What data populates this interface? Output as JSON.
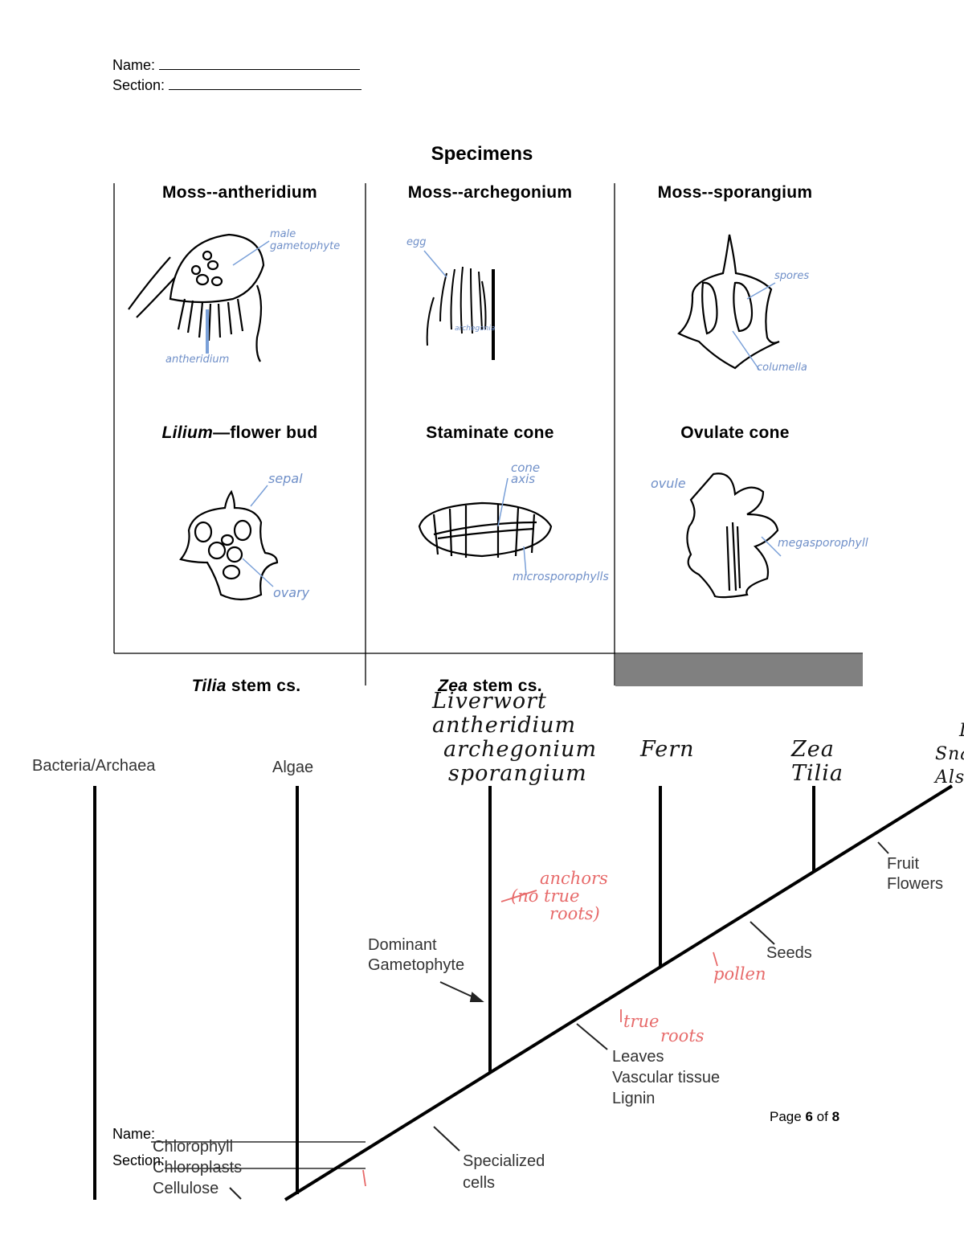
{
  "header": {
    "name_label": "Name:",
    "section_label": "Section:"
  },
  "title": "Specimens",
  "grid": {
    "cells": [
      {
        "title": "Moss--antheridium",
        "annotations": [
          "male gametophyte",
          "antheridium"
        ]
      },
      {
        "title": "Moss--archegonium",
        "annotations": [
          "egg",
          "archegonia"
        ]
      },
      {
        "title": "Moss--sporangium",
        "annotations": [
          "spores",
          "columella"
        ]
      },
      {
        "title_italic": "Lilium",
        "title_rest": "—flower bud",
        "annotations": [
          "sepal",
          "ovary"
        ]
      },
      {
        "title": "Staminate cone",
        "annotations": [
          "cone axis",
          "microsporophylls"
        ]
      },
      {
        "title": "Ovulate cone",
        "annotations": [
          "ovule",
          "megasporophyll"
        ]
      }
    ],
    "bottom_row": [
      {
        "title_italic": "Tilia",
        "title_rest": " stem cs."
      },
      {
        "title_italic": "Zea",
        "title_rest": " stem cs."
      }
    ]
  },
  "tree": {
    "taxa": {
      "bacteria": "Bacteria/Archaea",
      "algae": "Algae",
      "liverwort_hand": [
        "Liverwort",
        "antheridium",
        "archegonium",
        "sporangium"
      ],
      "fern_hand": "Fern",
      "zea_tilia_hand": [
        "Zea",
        "Tilia"
      ],
      "cut_hand": [
        "L",
        "Sna",
        "Als"
      ]
    },
    "traits": {
      "dominant_gametophyte": [
        "Dominant",
        "Gametophyte"
      ],
      "leaves": [
        "Leaves",
        "Vascular tissue",
        "Lignin"
      ],
      "seeds": "Seeds",
      "fruit": [
        "Fruit",
        "Flowers"
      ],
      "specialized": [
        "Specialized",
        "cells"
      ],
      "chloro": [
        "Chlorophyll",
        "Chloroplasts",
        "Cellulose"
      ]
    },
    "red_notes": {
      "anchors": [
        "anchors",
        "(no true",
        "roots)"
      ],
      "pollen": "pollen",
      "true_roots": [
        "true",
        "roots"
      ]
    }
  },
  "footer": {
    "page_prefix": "Page",
    "page_num": "6",
    "page_of": "of",
    "page_total": "8"
  },
  "overlay_header": {
    "name_label": "Name:",
    "section_label": "Section:"
  }
}
